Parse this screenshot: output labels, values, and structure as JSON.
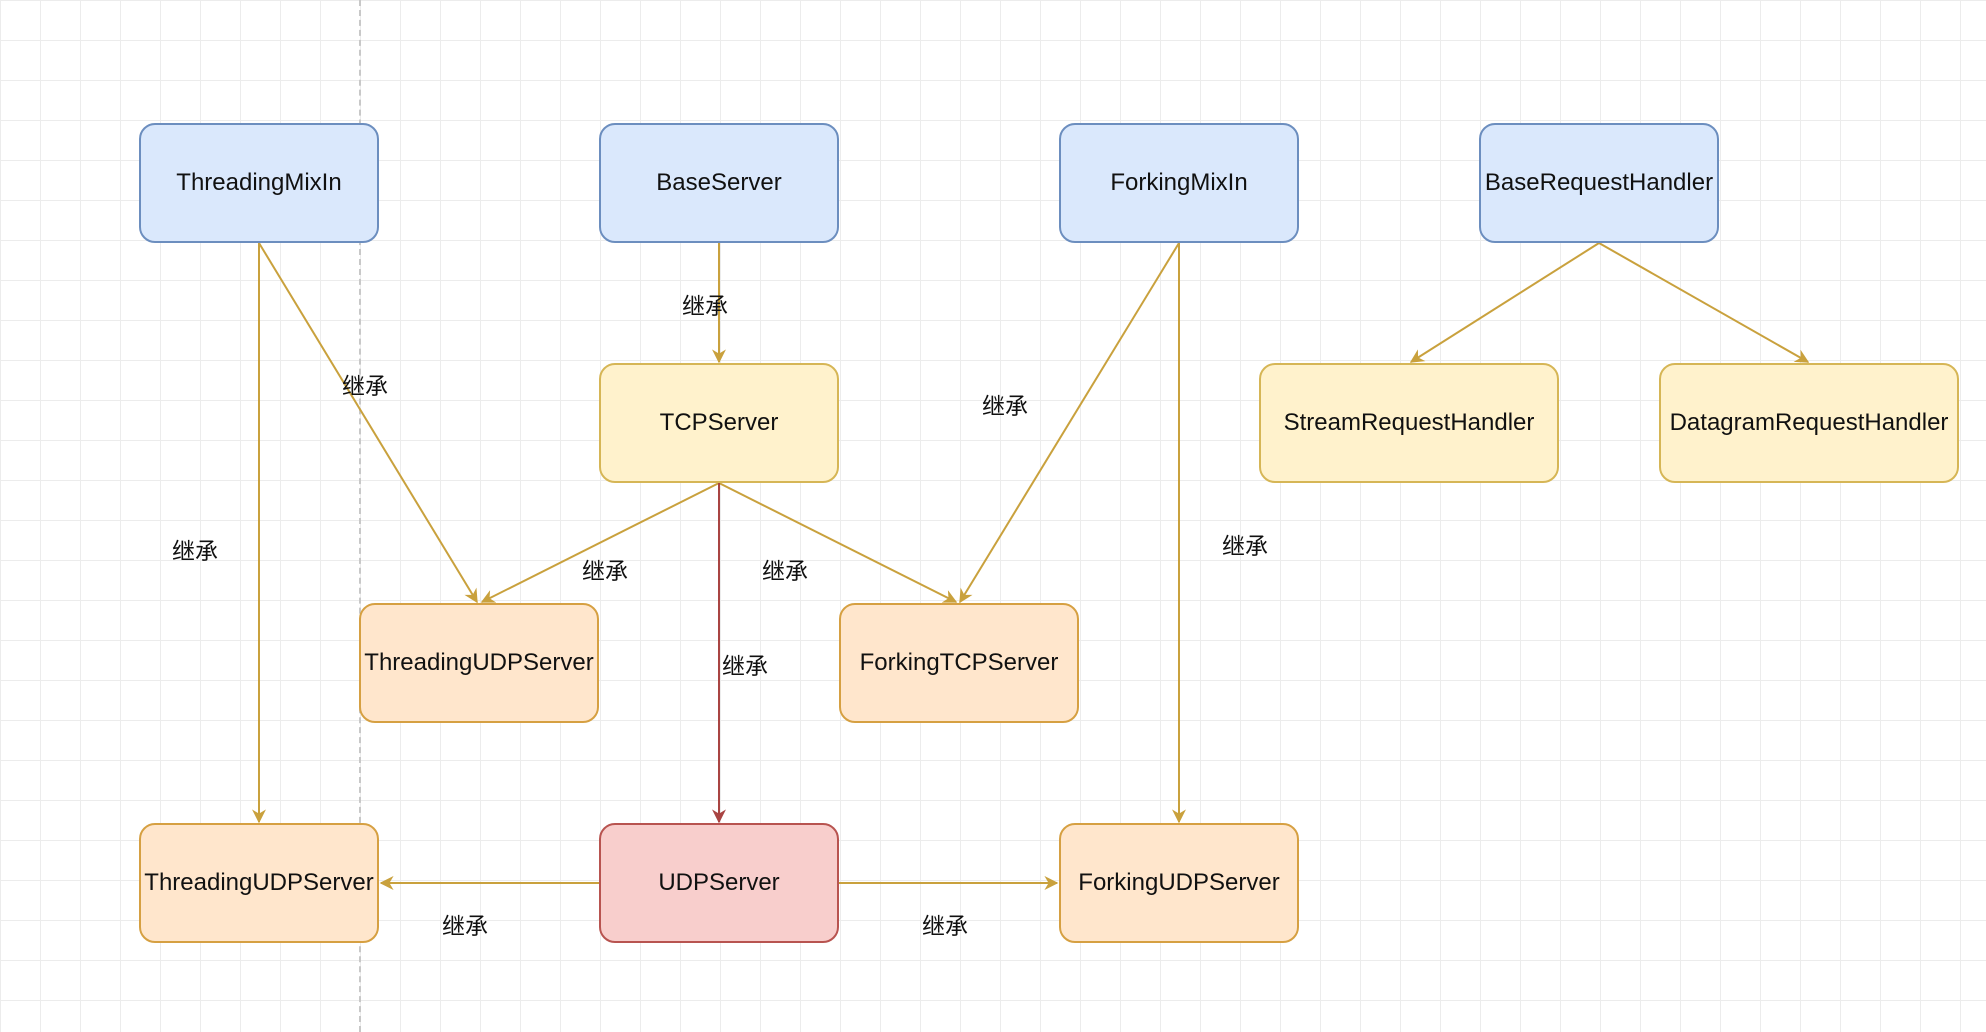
{
  "colors": {
    "blue_fill": "#dae8fc",
    "blue_stroke": "#6c8ebf",
    "yellow_fill": "#fff2cc",
    "yellow_stroke": "#d6b656",
    "orange_fill": "#ffe6cc",
    "orange_stroke": "#d79b00",
    "red_fill": "#f8cecc",
    "red_stroke": "#b85450",
    "edge_gold": "#c9a13d",
    "edge_red": "#a94442"
  },
  "nodes": {
    "threading_mixin": "ThreadingMixIn",
    "base_server": "BaseServer",
    "forking_mixin": "ForkingMixIn",
    "base_request_handler": "BaseRequestHandler",
    "tcp_server": "TCPServer",
    "stream_request_handler": "StreamRequestHandler",
    "datagram_request_handler": "DatagramRequestHandler",
    "threading_udp_server_mid": "ThreadingUDPServer",
    "forking_tcp_server": "ForkingTCPServer",
    "threading_udp_server_bottom": "ThreadingUDPServer",
    "udp_server": "UDPServer",
    "forking_udp_server": "ForkingUDPServer"
  },
  "edge_labels": {
    "base_to_tcp": "继承",
    "threading_mixin_to_threading_udp_mid": "继承",
    "forking_mixin_to_forking_tcp": "继承",
    "threading_mixin_to_threading_udp_bottom": "继承",
    "forking_mixin_to_forking_udp": "继承",
    "tcp_to_threading_udp_mid": "继承",
    "tcp_to_forking_tcp": "继承",
    "tcp_to_udp": "继承",
    "udp_to_threading_udp_bottom": "继承",
    "udp_to_forking_udp": "继承"
  }
}
